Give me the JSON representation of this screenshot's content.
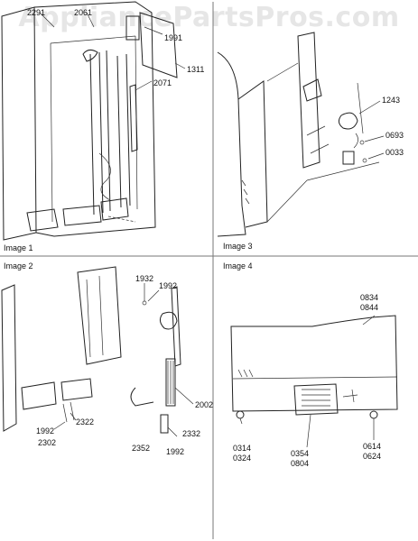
{
  "watermark": "AppliancePartsPros.com",
  "panels": [
    {
      "caption": "Image 1"
    },
    {
      "caption": "Image 3"
    },
    {
      "caption": "Image 2"
    },
    {
      "caption": "Image 4"
    }
  ],
  "callouts": {
    "img1": [
      "2291",
      "2061",
      "1991",
      "1311",
      "2071"
    ],
    "img3": [
      "1243",
      "0693",
      "0033"
    ],
    "img2": [
      "1932",
      "1992",
      "2002",
      "2322",
      "1992",
      "2302",
      "2352",
      "2332",
      "1992"
    ],
    "img4": [
      "0834",
      "0844",
      "0314",
      "0324",
      "0354",
      "0804",
      "0614",
      "0624"
    ]
  }
}
